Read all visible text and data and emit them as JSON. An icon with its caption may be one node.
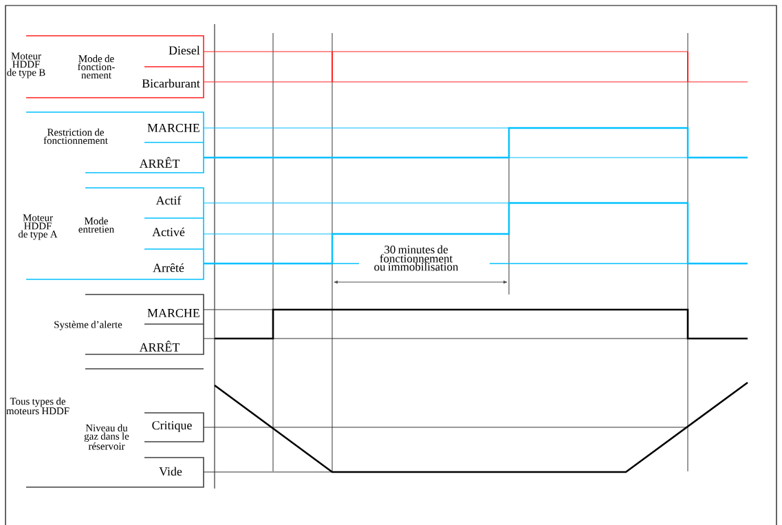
{
  "diagram": {
    "labels": [
      "Moteur HDDF de type B",
      "Mode de fonction- nement",
      "Diesel",
      "Bicarburant",
      "Restriction de fonctionnement",
      "MARCHE",
      "ARRÊT",
      "Moteur HDDF de type A",
      "Mode entretien",
      "Actif",
      "Activé",
      "Arrêté",
      "30 minutes de fonctionnement ou immobilisation",
      "Système d’alerte",
      "MARCHE",
      "ARRÊT",
      "Tous types de moteurs HDDF",
      "Niveau du gaz dans le réservoir",
      "Critique",
      "Vide"
    ]
  }
}
